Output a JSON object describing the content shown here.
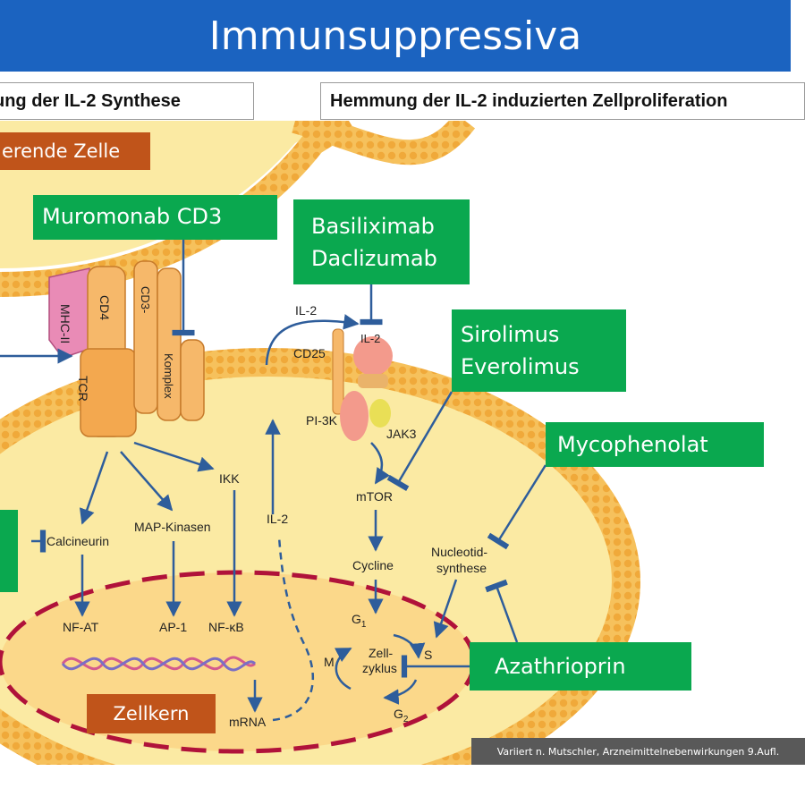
{
  "title": "Immunsuppressiva",
  "headers": {
    "left": "ung der IL-2 Synthese",
    "right": "Hemmung der IL-2 induzierten Zellproliferation"
  },
  "labels": {
    "cell": "erende  Zelle",
    "nucleus": "Zellkern"
  },
  "drugs": {
    "muromonab": "Muromonab CD3",
    "basiliximab": "Basiliximab",
    "daclizumab": "Daclizumab",
    "sirolimus": "Sirolimus",
    "everolimus": "Everolimus",
    "mycophenolat": "Mycophenolat",
    "azathioprin": "Azathrioprin"
  },
  "diagram": {
    "mhc": "MHC-II",
    "cd4": "CD4",
    "tcr": "TCR",
    "cd3": "CD3-",
    "komplex": "Komplex",
    "il2_top": "IL-2",
    "il2_receptor": "IL-2",
    "cd25": "CD25",
    "pi3k": "PI-3K",
    "jak3": "JAK3",
    "ikk": "IKK",
    "il2_mid": "IL-2",
    "mtor": "mTOR",
    "calcineurin": "Calcineurin",
    "map": "MAP-Kinasen",
    "cycline": "Cycline",
    "nucleotid1": "Nucleotid-",
    "nucleotid2": "synthese",
    "nfat": "NF-AT",
    "ap1": "AP-1",
    "nfkb": "NF-κB",
    "g1": "G",
    "g1_sub": "1",
    "s": "S",
    "m": "M",
    "zell": "Zell-",
    "zyklus": "zyklus",
    "g2": "G",
    "g2_sub": "2",
    "mrna": "mRNA"
  },
  "source": "Variiert n. Mutschler, Arzneimittelnebenwirkungen 9.Aufl.",
  "colors": {
    "title_bar": "#1b63c0",
    "drug_box": "#0aa84f",
    "label_box": "#c0541a",
    "membrane": "#f3b14c",
    "cytoplasm": "#fbeaa3",
    "nucleus_dash": "#b0123a",
    "arrow": "#2e5d9b"
  }
}
